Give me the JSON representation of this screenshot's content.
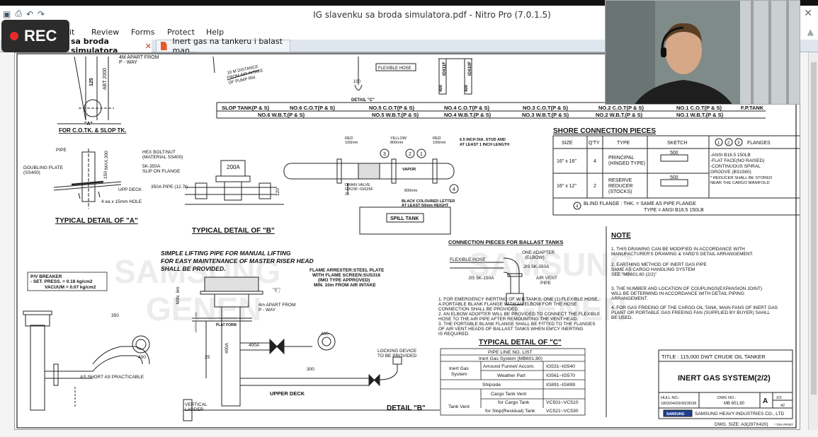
{
  "window": {
    "title": "IG slavenku sa broda  simulatora.pdf - Nitro Pro (7.0.1.5)"
  },
  "quick_access": [
    "save-icon",
    "print-icon",
    "undo-icon",
    "redo-icon"
  ],
  "recording": {
    "label": "REC",
    "color": "#e52b2b"
  },
  "menu": [
    "it",
    "Review",
    "Forms",
    "Protect",
    "Help"
  ],
  "tabs": [
    {
      "label": "sa broda  simulatora",
      "active": true
    },
    {
      "label": "Inert gas na tankeru i balast man...",
      "active": false
    }
  ],
  "drawing": {
    "top_left": {
      "apart": "4M APART FROM",
      "pway": "P - WAY",
      "dim125": "125",
      "abt": "ABT 2000",
      "a_label": "\"A\"",
      "caption": "FOR C.O.TK. & SLOP TK."
    },
    "top_mid": {
      "distance1": "10 M DISTANCE",
      "distance2": "FROM AIR INTAKE",
      "distance3": "OF PUMP RM.",
      "flexible": "FLEXIBLE HOSE",
      "dim100": "100",
      "detail_c": "DETAIL \"C\"",
      "ig611": "IG611F",
      "ig610": "IG610F",
      "d400a": "400",
      "d400b": "400"
    },
    "tanks_top": [
      "SLOP TANK(P & S)",
      "NO.6 C.O.T(P & S)",
      "NO.5 C.O.T(P & S)",
      "NO.4 C.O.T(P & S)",
      "NO.3 C.O.T(P & S)",
      "NO.2 C.O.T(P & S)",
      "NO.1 C.O.T(P & S)",
      "F.P.TANK"
    ],
    "tanks_bottom": [
      "NO.6 W.B.T.(P & S)",
      "NO.5 W.B.T.(P & S)",
      "NO.4 W.B.T.(P & S)",
      "NO.3 W.B.T.(P & S)",
      "NO.2 W.B.T.(P & S)",
      "NO.1 W.B.T.(P & S)"
    ],
    "detail_a": {
      "pipe": "PIPE",
      "doubling1": "DOUBLING PLATE",
      "doubling2": "(SS400)",
      "upp_deck": "UPP DECK",
      "hole": "4  ea x 15mm HOLE",
      "d150": "150",
      "max300": "MAX.300",
      "title": "TYPICAL DETAIL OF \"A\""
    },
    "detail_b": {
      "hex1": "HEX BOLT/NUT",
      "hex2": "(MATERIAL  SS400)",
      "slip1": "5K-350A",
      "slip2": "SLIP ON FLANGE",
      "pipe350": "350A PIPE (12.7t)",
      "d200": "200A",
      "d120": "120",
      "title": "TYPICAL DETAIL OF \"B\""
    },
    "spill": {
      "red1": "RED",
      "red1b": "100mm",
      "yellow": "YELLOW",
      "yellowb": "800mm",
      "red2": "RED",
      "red2b": "100mm",
      "stud1": "6.5 INCH DIA. STUD AND",
      "stud2": "AT LEAST 1 INCH LENGTH",
      "n3": "3",
      "n2": "2",
      "n1": "1",
      "n4": "4",
      "vapor": "VAPOR",
      "drain1": "DRAIN VALVE",
      "drain2": "GI523F~GI526F",
      "d25": "25",
      "black1": "BLACK COLOURED LETTER",
      "black2": "AT LEAST 50mm HEIGHT",
      "d800": "800mm",
      "spilltank": "SPILL TANK"
    },
    "shore": {
      "title": "SHORE CONNECTION PIECES",
      "headers": [
        "SIZE",
        "Q'TY",
        "TYPE",
        "SKETCH",
        "FLANGES"
      ],
      "flange_nums": [
        "1",
        "2",
        "3"
      ],
      "rows": [
        {
          "size": "16\" x 16\"",
          "qty": "4",
          "type1": "PRINCIPAL",
          "type2": "(HINGED TYPE)",
          "sketch": "500"
        },
        {
          "size": "16\" x 12\"",
          "qty": "2",
          "type1": "RESERVE",
          "type2": "REDUCER",
          "type3": "(STOCKS)",
          "sketch": "500"
        }
      ],
      "flange_notes": [
        "-ANSI B16.5  150LB",
        "-FLAT FACE(NO RAISED)",
        "-CONTINUOUS  SPIRAL",
        "  GROOVE (BS1560)",
        "* REDUCER SHALL BE STORED",
        "  NEAR THE CARGO MANIFOLD"
      ],
      "blind_num": "4",
      "blind1": "BLIND FLANGE :  THK.  = SAME AS PIPE FLANGE",
      "blind2": "TYPE = ANSI B16.5 150LB"
    },
    "note": {
      "title": "NOTE",
      "lines": [
        "1. THIS DRAWING CAN BE MODIFIED IN ACCORDANCE WITH",
        "    MANUFACTURER'S DRAWING & YARD'S DETAIL ARRANGEMENT.",
        "2. EARTHING METHOD OF INERT GAS PIPE",
        "    SAME AS CARGO HANDLING SYSTEM",
        "    SEE \"MB601.60 (2/2)\"",
        "3. THE NUMBER AND LOCATION OF COUPLINGS(EXPANSION JOINT)",
        "    WILL BE  DETERMIND IN ACCORDANCE WITH DETAIL PIPING",
        "    ARRANGEMENT.",
        "4. FOR GAS FREEING OF THE CARGO OIL TANK, MAIN FANS OF INERT GAS",
        "    PLANT OR PORTABLE GAS FREEING FAN (SUPPLIED BY BUYER) SAHLL",
        "    BE USED."
      ]
    },
    "lifting": {
      "line1": "SIMPLE LIFTING PIPE FOR MANUAL LIFTING",
      "line2": "FOR EASY MAINTENANCE OF MASTER RISER HEAD",
      "line3": "SHALL BE PROVIDED."
    },
    "pv": {
      "title": "P/V BREAKER",
      "press": "- SET. PRESS. = 0.18  kg/cm2",
      "vacuum": "VACUUM = 0.07  kg/cm2",
      "d350": "350",
      "d400": "400",
      "short": "AS SHORT AS PRACTICABLE"
    },
    "arrester": {
      "l1": "FLAME ARRESTER:STEEL PLATE",
      "l2": "WITH FLAME SCREEN:SUS316",
      "l3": "(IMO TYPE APPROVED)",
      "l4": "MIN. 10m FROM AIR INTAKE",
      "apart": "4m APART FROM",
      "pway": "P - WAY",
      "min6m": "MIN. 6m",
      "approx": "APPROX. 1.5M",
      "platform": "PLAT FORM",
      "d400a": "400A",
      "d25": "25",
      "vertical1": "VERTICAL",
      "vertical2": "LADDER",
      "upper": "UPPER DECK",
      "d400a2": "400A",
      "d400": "400",
      "locking1": "LOCKING DEVICE",
      "locking2": "TO BE PROVIDED",
      "d300": "300",
      "detail_b": "DETAIL \"B\""
    },
    "ballast": {
      "title": "CONNECTION PIECES FOR BALLAST TANKS",
      "flex": "FLEXIBLE HOSE",
      "adapter1": "ONE ADAPTER",
      "adapter2": "(ELBOW)",
      "jis350": "JIS 5K-350A",
      "jis150": "JIS 5K-150A",
      "airvent1": "AIR VENT",
      "airvent2": "PIPE",
      "notes": [
        "1. FOR EMERGENCY INERTING OF W.B TANKS. ONE (1) FLEXIBLE HOSE,",
        "    A PORTABLE BLANK FLANGE WITH AN ELBOW FOR THE HOSE",
        "    CONNECTION SHALL BE PROVIDED.",
        "2. AN ELBOW ADOPTER WILL BE PROVIDED TO CONNECT THE FLEXIBLE",
        "    HOSE TO THE AIR PIPE AFTER REMOUNTING THE VENT HEAD.",
        "3. THE PORTABLE BLANK FLANGE SHALL BE FITTED TO THE FLANGES",
        "    OF AIR VENT HEADS OF BALLAST TANKS WHEN EM'CY INERTING",
        "    IS REQUIRED."
      ],
      "detail_c": "TYPICAL DETAIL OF \"C\""
    },
    "pipeline": {
      "title": "PIPE LINE NO. LIST",
      "sub1": "Inert Gas System (MB601.80)",
      "ig_group": [
        "Inert Gas",
        "System"
      ],
      "rows1": [
        {
          "label": "Arround Funnel/ Accom.",
          "value": "IG531~IG540"
        },
        {
          "label": "Weather Part",
          "value": "IG561~IG570"
        }
      ],
      "shipside_label": "Shipside",
      "shipside_value": "IG891~IG899",
      "sub2": "Cargo Tank Vent",
      "tv_group": "Tank Vent",
      "rows2": [
        {
          "label": "for Cargo Tank",
          "value": "VC501~VC510"
        },
        {
          "label": "for Slop(Residual) Tank",
          "value": "VC521~VC530"
        }
      ]
    },
    "titleblock": {
      "title": "TITLE : 115,000 DWT CRUDE OIL TANKER",
      "system": "INERT  GAS SYSTEM(2/2)",
      "hull_label": "HULL NO.:",
      "hull_value": "1803/04/29/30/35/36",
      "dwg_label": "DWG NO.:",
      "dwg_value": "MB 601.80",
      "rev": "A",
      "sheet1": "2/2",
      "sheet2": "42",
      "logo": "SAMSUNG",
      "company": "SAMSUNG HEAVY INDUSTRIES CO., LTD",
      "size": "DWG. SIZE: A3(297X420)",
      "pct": "* 70% PRINT"
    },
    "watermark": [
      "SAMSUNG",
      "SAMSUNG",
      "GENEN",
      "GENEN"
    ]
  }
}
